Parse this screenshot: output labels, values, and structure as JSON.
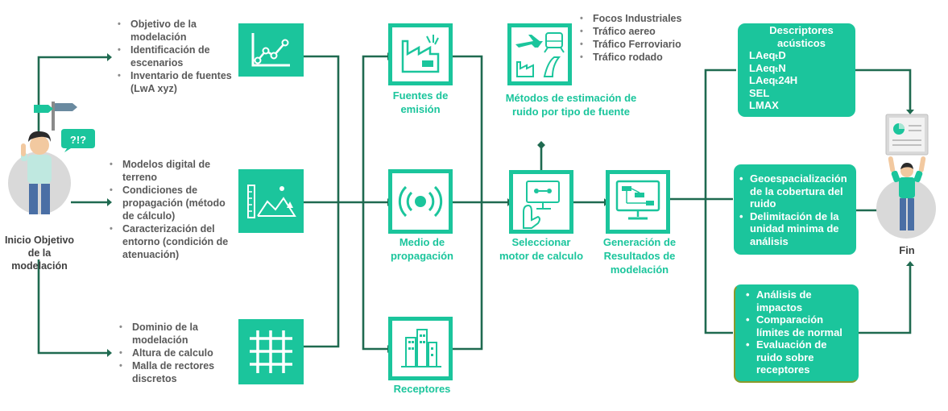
{
  "start": {
    "label": "Inicio Objetivo de la modelación",
    "speech": "?!?"
  },
  "end": {
    "label": "Fin"
  },
  "input_groups": [
    {
      "bullets": [
        "Objetivo de la modelación",
        "Identificación de escenarios",
        "Inventario de fuentes (LwA xyz)"
      ],
      "icon": "line-chart-icon"
    },
    {
      "bullets": [
        "Modelos digital de terreno",
        "Condiciones de propagación (método de cálculo)",
        "Caracterización del entorno (condición de atenuación)"
      ],
      "icon": "terrain-icon"
    },
    {
      "bullets": [
        "Dominio de la modelación",
        "Altura de calculo",
        "Malla de rectores discretos"
      ],
      "icon": "grid-icon"
    }
  ],
  "components": [
    {
      "label": "Fuentes de emisión",
      "icon": "factory-icon"
    },
    {
      "label": "Medio de propagación",
      "icon": "sound-wave-icon"
    },
    {
      "label": "Receptores",
      "icon": "buildings-icon"
    }
  ],
  "methods": {
    "label": "Métodos de estimación de ruido por tipo de fuente",
    "bullets": [
      "Focos Industriales",
      "Tráfico aereo",
      "Tráfico Ferroviario",
      "Tráfico rodado"
    ],
    "icon": "transport-icon"
  },
  "engine": {
    "label": "Seleccionar motor de calculo",
    "icon": "touch-computer-icon"
  },
  "generation": {
    "label": "Generación de Resultados de modelación",
    "icon": "monitor-flowchart-icon"
  },
  "results": [
    {
      "title": "Descriptores acústicos",
      "items": [
        "LAeqₜD",
        "LAeqₜN",
        "LAeqₜ24H",
        "SEL",
        "LMAX"
      ]
    },
    {
      "title": "",
      "items": [
        "Geoespacialización de la cobertura del ruido",
        "Delimitación de la unidad minima de análisis"
      ]
    },
    {
      "title": "",
      "items": [
        "Análisis de impactos",
        "Comparación límites de normal",
        "Evaluación de ruido sobre receptores"
      ]
    }
  ],
  "colors": {
    "accent": "#1bc59c",
    "connector": "#1f6a50",
    "bullet_text": "#595959",
    "olive_border": "#8a9a2a"
  }
}
